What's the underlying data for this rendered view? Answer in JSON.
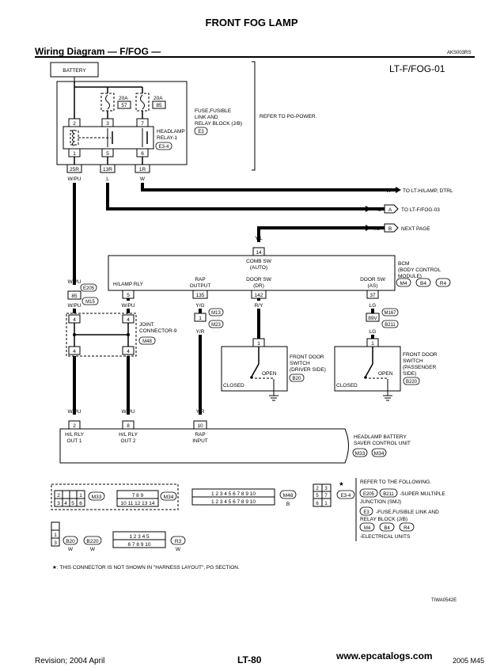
{
  "header": {
    "page_title": "FRONT FOG LAMP",
    "section_title": "Wiring Diagram — F/FOG —",
    "diagram_code": "LT-F/FOG-01",
    "ref_code": "AKS003RS"
  },
  "battery": "BATTERY",
  "fuse1": {
    "amp": "20A",
    "num": "57"
  },
  "fuse2": {
    "amp": "20A",
    "num": "85"
  },
  "relay_pins": {
    "p2": "2",
    "p3": "3",
    "p7": "7",
    "p1": "1",
    "p5": "5",
    "p6": "6"
  },
  "relay_label": [
    "HEADLAMP",
    "RELAY-1"
  ],
  "relay_conn": "E3-4",
  "fuse_block_label": [
    "FUSE,FUSIBLE",
    "LINK AND",
    "RELAY BLOCK (J/B)"
  ],
  "fuse_block_conn": "E3",
  "refer_power": "REFER TO PG-POWER.",
  "jb_pins": {
    "a": "25R",
    "b": "13R",
    "c": "1R"
  },
  "wire_colors": {
    "wpu": "W/PU",
    "l": "L",
    "w": "W",
    "yl": "Y/L",
    "yg": "Y/G",
    "yr": "Y/R",
    "ry": "R/Y",
    "lg": "LG"
  },
  "arrows": {
    "a1_color": "W",
    "a1_text": "TO LT-H/LAMP, DTRL",
    "a2_color": "L",
    "a2_tag": "A",
    "a2_text": "TO LT-F/FOG-03",
    "a3_color": "Y/L",
    "a3_tag": "B",
    "a3_text": "NEXT PAGE"
  },
  "bcm": {
    "top_pin": "14",
    "comb_sw": [
      "COMB SW",
      "(AUTO)"
    ],
    "label": [
      "BCM",
      "(BODY CONTROL",
      "MODULE)"
    ],
    "conns": [
      "M4",
      "B4",
      "R4"
    ],
    "col_labels": {
      "hlamp": "H/LAMP RLY",
      "rap": [
        "RAP",
        "OUTPUT"
      ],
      "door_dr": [
        "DOOR SW",
        "(DR)"
      ],
      "door_as": [
        "DOOR SW",
        "(AS)"
      ]
    },
    "pins": {
      "hlamp": "5",
      "rap": "135",
      "dr": "142",
      "as": "37"
    }
  },
  "left_conn": {
    "e205": "E205",
    "pin": "85",
    "m15": "M15"
  },
  "m13": "M13",
  "m23": "M23",
  "m167": "M167",
  "b211": "B211",
  "pin_89v": "89V",
  "joint": {
    "label": [
      "JOINT",
      "CONNECTOR-9"
    ],
    "conn": "M48",
    "pin": "4"
  },
  "door_dr": {
    "pin": "1",
    "label": [
      "FRONT DOOR",
      "SWITCH",
      "(DRIVER SIDE)"
    ],
    "conn": "B20",
    "open": "OPEN",
    "closed": "CLOSED"
  },
  "door_as": {
    "pin": "1",
    "label": [
      "FRONT DOOR",
      "SWITCH",
      "(PASSENGER",
      "SIDE)"
    ],
    "conn": "B220",
    "open": "OPEN",
    "closed": "CLOSED"
  },
  "hbs": {
    "pins": {
      "p1": "2",
      "p2": "8",
      "p3": "10"
    },
    "labels": {
      "out1": [
        "H/L RLY",
        "OUT 1"
      ],
      "out2": [
        "H/L RLY",
        "OUT 2"
      ],
      "rap": [
        "RAP",
        "INPUT"
      ]
    },
    "unit": [
      "HEADLAMP BATTERY",
      "SAVER CONTROL UNIT"
    ],
    "conns": [
      "M33",
      "M34"
    ]
  },
  "legend": {
    "m33": "M33",
    "m34": "M34",
    "m48": "M48",
    "m48_color": "B",
    "e34": "E3-4",
    "star": "★",
    "b20": "B20",
    "b220": "B220",
    "w": "W",
    "r3": "R3",
    "refer_head": "REFER TO THE FOLLOWING.",
    "ref1_conns": [
      "E205",
      "B211"
    ],
    "ref1_text": [
      "-SUPER MULTIPLE",
      "JUNCTION (SMJ)"
    ],
    "ref2_conn": "E3",
    "ref2_text": [
      "-FUSE,FUSIBLE LINK AND",
      "RELAY BLOCK (J/B)"
    ],
    "ref3_conns": [
      "M4",
      "B4",
      "R4"
    ],
    "ref3_text": "-ELECTRICAL UNITS",
    "star_note": "★: THIS CONNECTOR IS NOT SHOWN IN \"HARNESS LAYOUT\", PG SECTION."
  },
  "tiwa_code": "TIWA0542E",
  "footer": {
    "revision": "Revision; 2004 April",
    "page": "LT-80",
    "site": "www.epcatalogs.com",
    "model": "2005 M45"
  }
}
